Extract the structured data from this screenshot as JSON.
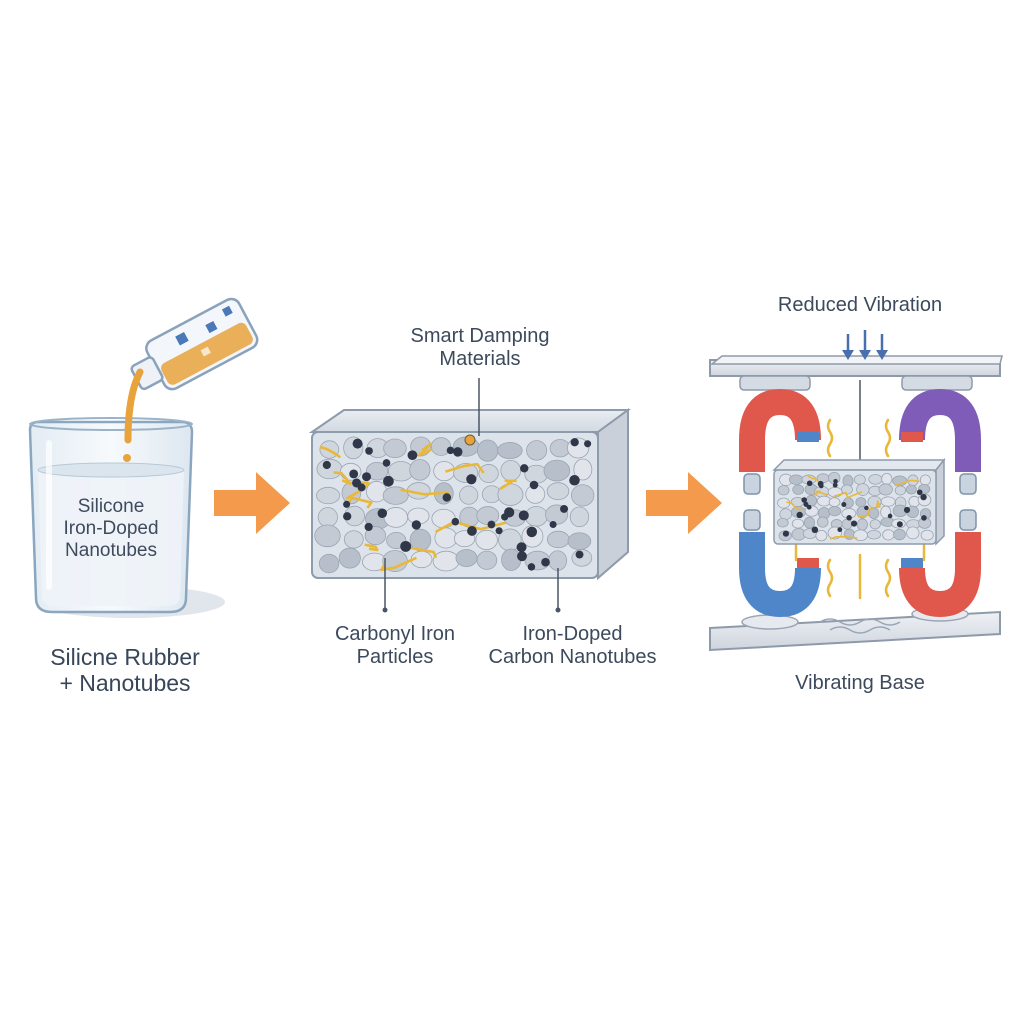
{
  "stage1": {
    "beaker_text": [
      "Silicone",
      "Iron-Doped",
      "Nanotubes"
    ],
    "caption": [
      "Silicne Rubber",
      "+ Nanotubes"
    ]
  },
  "stage2": {
    "title": [
      "Smart Damping",
      "Materials"
    ],
    "label_left": [
      "Carbonyl Iron",
      "Particles"
    ],
    "label_right": [
      "Iron-Doped",
      "Carbon Nanotubes"
    ]
  },
  "stage3": {
    "top_label": "Reduced Vibration",
    "bottom_label": "Vibrating Base"
  },
  "colors": {
    "arrow": "#f39a4c",
    "nanotube": "#e9b838",
    "iron_particle": "#2f3748",
    "magnet_red": "#e0574b",
    "magnet_blue": "#4f86c9",
    "magnet_purple": "#7f5cb8",
    "plate": "#dfe3ea",
    "liquid": "#e8a33c"
  },
  "icons": [
    "beaker-icon",
    "pouring-bottle-icon",
    "process-arrow-icon",
    "composite-block-icon",
    "horseshoe-magnet-icon",
    "down-arrow-icon"
  ]
}
